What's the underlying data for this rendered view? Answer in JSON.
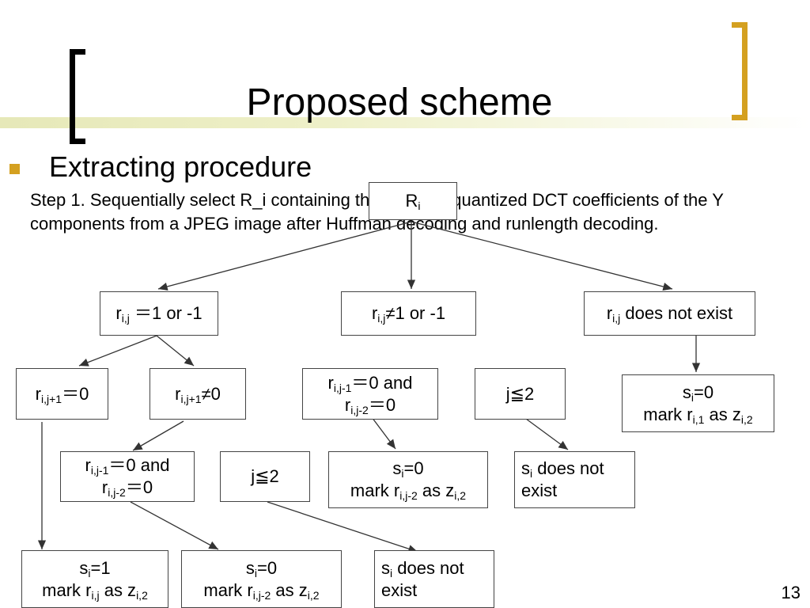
{
  "slide": {
    "title": "Proposed scheme",
    "bullet": "Extracting procedure",
    "step_text": "Step 1. Sequentially select R_i containing the nonzero quantized DCT coefficients of the Y components from a JPEG image after Huffman decoding and runlength decoding.",
    "page_number": "13",
    "accent_color": "#d4a020"
  },
  "diagram": {
    "root": {
      "main": "R",
      "sub": "i"
    },
    "level1": {
      "a": {
        "main": "r",
        "sub": "i,j",
        "rest": " ＝1 or -1"
      },
      "b": {
        "main": "r",
        "sub": "i,j",
        "rest": "≠1 or -1"
      },
      "c": {
        "main": "r",
        "sub": "i,j",
        "rest": " does not exist"
      }
    },
    "level2": {
      "a1": {
        "main": "r",
        "sub": "i,j+1",
        "rest": "＝0"
      },
      "a2": {
        "main": "r",
        "sub": "i,j+1",
        "rest": "≠0"
      },
      "b1": {
        "l1_main": "r",
        "l1_sub": "i,j-1",
        "l1_rest": "＝0 and",
        "l2_main": "r",
        "l2_sub": "i,j-2",
        "l2_rest": "＝0"
      },
      "b2": {
        "text": "j≦2"
      },
      "c1": {
        "l1_main": "s",
        "l1_sub": "i",
        "l1_rest": "=0",
        "l2_main": "mark r",
        "l2_sub": "i,1",
        "l2_mid": " as z",
        "l2_sub2": "i,2"
      }
    },
    "level3": {
      "a2x": {
        "l1_main": "r",
        "l1_sub": "i,j-1",
        "l1_rest": "＝0 and",
        "l2_main": "r",
        "l2_sub": "i,j-2",
        "l2_rest": "＝0"
      },
      "a2y": {
        "text": "j≦2"
      },
      "b1r": {
        "l1_main": "s",
        "l1_sub": "i",
        "l1_rest": "=0",
        "l2_main": "mark r",
        "l2_sub": "i,j-2",
        "l2_mid": " as z",
        "l2_sub2": "i,2"
      },
      "b2r": {
        "l1_main": "s",
        "l1_sub": "i",
        "l1_rest": " does not",
        "l2": "exist"
      }
    },
    "level4": {
      "r1": {
        "l1_main": "s",
        "l1_sub": "i",
        "l1_rest": "=1",
        "l2_main": "mark r",
        "l2_sub": "i,j",
        "l2_mid": " as z",
        "l2_sub2": "i,2"
      },
      "r2": {
        "l1_main": "s",
        "l1_sub": "i",
        "l1_rest": "=0",
        "l2_main": "mark r",
        "l2_sub": "i,j-2",
        "l2_mid": " as z",
        "l2_sub2": "i,2"
      },
      "r3": {
        "l1_main": "s",
        "l1_sub": "i",
        "l1_rest": " does not",
        "l2": "exist"
      }
    }
  }
}
